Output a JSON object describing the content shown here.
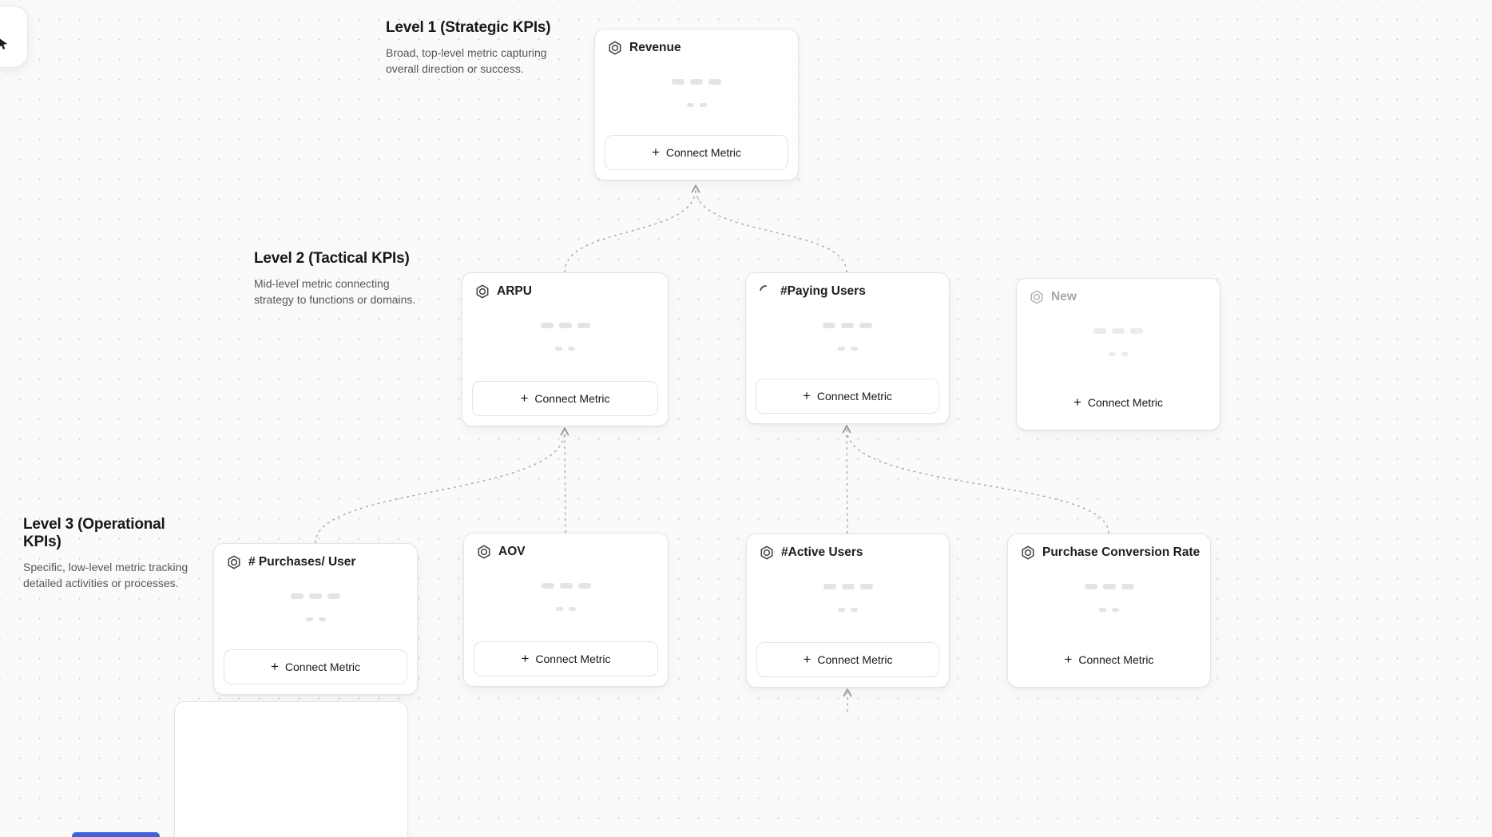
{
  "canvas": {
    "background": "#fafafa",
    "dot_color": "#d4d4d8",
    "connector_color": "#a7a7ad",
    "accent_blue": "#3e63dd"
  },
  "ui": {
    "connect_metric_label": "Connect Metric",
    "plus_glyph": "+"
  },
  "levels": [
    {
      "title": "Level 1 (Strategic KPIs)",
      "description": "Broad, top-level metric capturing overall direction or success."
    },
    {
      "title": "Level 2 (Tactical KPIs)",
      "description": "Mid-level metric connecting strategy to functions or domains."
    },
    {
      "title": "Level 3 (Operational KPIs)",
      "description": "Specific, low-level metric tracking detailed activities or processes."
    }
  ],
  "cards": [
    {
      "title": "Revenue",
      "level": 1,
      "icon": "goal-icon",
      "state": "default"
    },
    {
      "title": "ARPU",
      "level": 2,
      "icon": "goal-icon",
      "state": "default"
    },
    {
      "title": "#Paying Users",
      "level": 2,
      "icon": "spinner-icon",
      "state": "loading"
    },
    {
      "title": "New",
      "level": 2,
      "icon": "goal-icon",
      "state": "draft"
    },
    {
      "title": "# Purchases/ User",
      "level": 3,
      "icon": "goal-icon",
      "state": "default"
    },
    {
      "title": "AOV",
      "level": 3,
      "icon": "goal-icon",
      "state": "default"
    },
    {
      "title": "#Active Users",
      "level": 3,
      "icon": "goal-icon",
      "state": "default"
    },
    {
      "title": "Purchase Conversion Rate",
      "level": 3,
      "icon": "goal-icon",
      "state": "default"
    }
  ]
}
